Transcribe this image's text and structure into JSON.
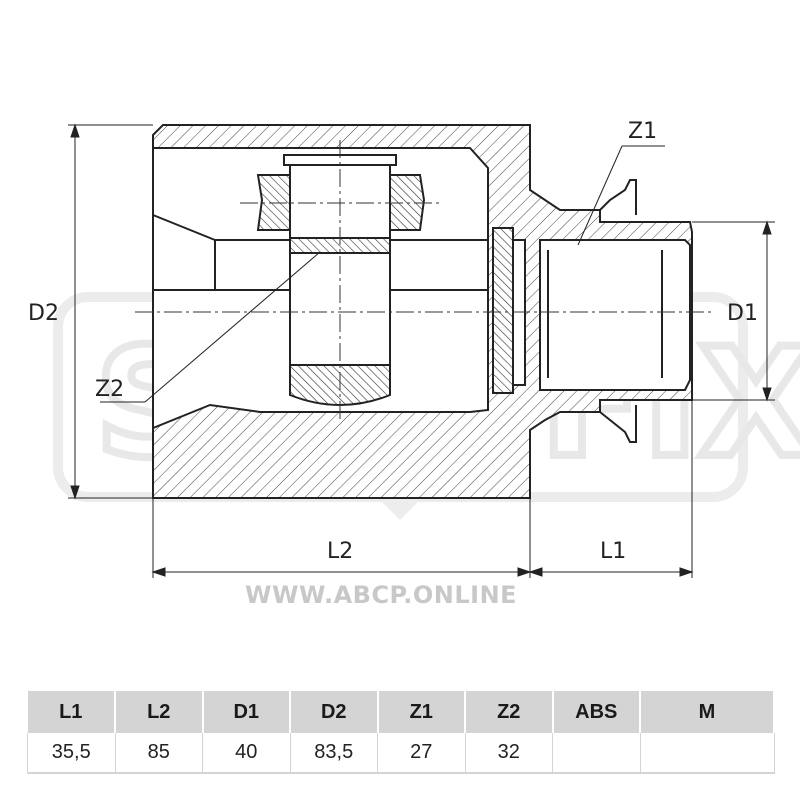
{
  "drawing": {
    "labels": {
      "d2": "D2",
      "d1": "D1",
      "l2": "L2",
      "l1": "L1",
      "z1": "Z1",
      "z2": "Z2"
    },
    "watermark": {
      "brand": "SUFIX",
      "url": "WWW.ABCP.ONLINE"
    },
    "colors": {
      "line": "#222222",
      "watermark": "#e6e6e6",
      "accent": "#f6d79a"
    }
  },
  "table": {
    "headers": [
      "L1",
      "L2",
      "D1",
      "D2",
      "Z1",
      "Z2",
      "ABS",
      "M"
    ],
    "values": [
      "35,5",
      "85",
      "40",
      "83,5",
      "27",
      "32",
      "",
      ""
    ]
  }
}
